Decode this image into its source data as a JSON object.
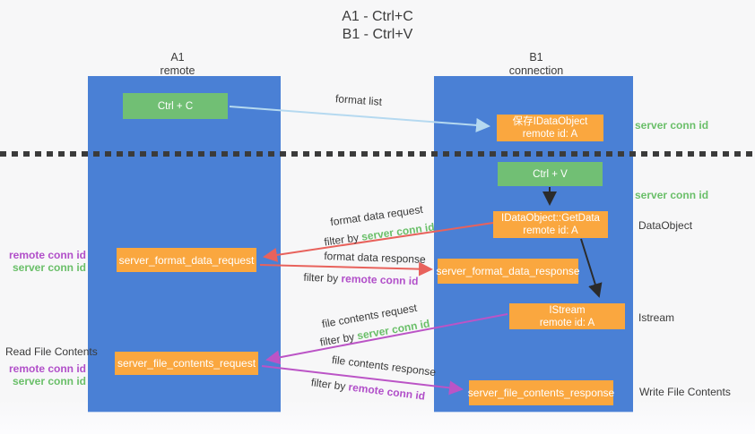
{
  "title": {
    "line1": "A1 - Ctrl+C",
    "line2": "B1 - Ctrl+V"
  },
  "columns": {
    "left": {
      "header_line1": "A1",
      "header_line2": "remote"
    },
    "right": {
      "header_line1": "B1",
      "header_line2": "connection"
    }
  },
  "nodes": {
    "ctrl_c": "Ctrl + C",
    "ctrl_v": "Ctrl + V",
    "save_idataobject": {
      "line1": "保存IDataObject",
      "line2": "remote id: A"
    },
    "getdata": {
      "line1": "IDataObject::GetData",
      "line2": "remote id: A"
    },
    "istream": {
      "line1": "IStream",
      "line2": "remote id: A"
    },
    "server_format_data_request": "server_format_data_request",
    "server_format_data_response": "server_format_data_response",
    "server_file_contents_request": "server_file_contents_request",
    "server_file_contents_response": "server_file_contents_response"
  },
  "labels": {
    "format_list": "format list",
    "format_data_request": "format data request",
    "format_data_response": "format data response",
    "file_contents_request": "file contents request",
    "file_contents_response": "file contents response",
    "filter_by": "filter by",
    "server_conn_id": "server conn id",
    "remote_conn_id": "remote conn id"
  },
  "side": {
    "server_conn_id": "server conn id",
    "remote_conn_id": "remote conn id",
    "dataobject": "DataObject",
    "istream": "Istream",
    "read_file_contents": "Read File Contents",
    "write_file_contents": "Write File Contents"
  },
  "colors": {
    "column_blue": "#4a80d5",
    "node_green": "#71bf74",
    "node_orange": "#faa73f",
    "arrow_light_blue": "#b5d9f0",
    "arrow_red": "#e8625c",
    "arrow_magenta": "#bb54c6",
    "arrow_black": "#2b2b2b",
    "text_green": "#6abf69",
    "text_purple": "#b14fc9",
    "text_dark": "#3a3a3a",
    "background": "#f7f7f8"
  }
}
